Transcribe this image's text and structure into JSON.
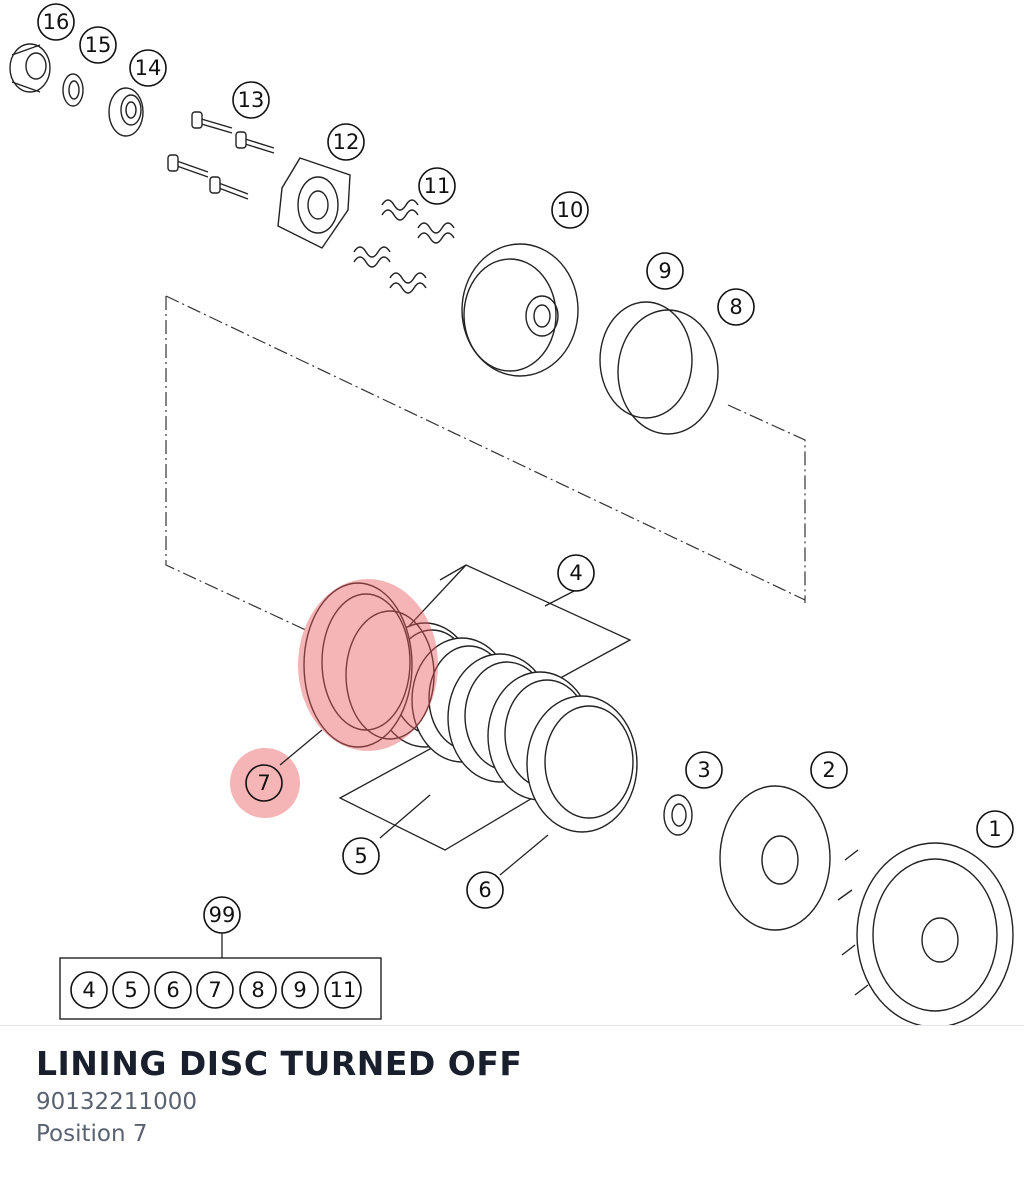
{
  "diagram": {
    "callouts": [
      {
        "id": "16",
        "label": "16"
      },
      {
        "id": "15",
        "label": "15"
      },
      {
        "id": "14",
        "label": "14"
      },
      {
        "id": "13",
        "label": "13"
      },
      {
        "id": "12",
        "label": "12"
      },
      {
        "id": "11",
        "label": "11"
      },
      {
        "id": "10",
        "label": "10"
      },
      {
        "id": "9",
        "label": "9"
      },
      {
        "id": "8",
        "label": "8"
      },
      {
        "id": "4",
        "label": "4"
      },
      {
        "id": "3",
        "label": "3"
      },
      {
        "id": "2",
        "label": "2"
      },
      {
        "id": "1",
        "label": "1"
      },
      {
        "id": "7",
        "label": "7"
      },
      {
        "id": "5",
        "label": "5"
      },
      {
        "id": "6",
        "label": "6"
      },
      {
        "id": "99",
        "label": "99"
      }
    ],
    "kit": {
      "label": "99",
      "items": [
        "4",
        "5",
        "6",
        "7",
        "8",
        "9",
        "11"
      ]
    },
    "highlight": {
      "position": "7",
      "color": "#e8585c"
    }
  },
  "part": {
    "title": "LINING DISC TURNED OFF",
    "number": "90132211000",
    "position": "Position 7"
  }
}
